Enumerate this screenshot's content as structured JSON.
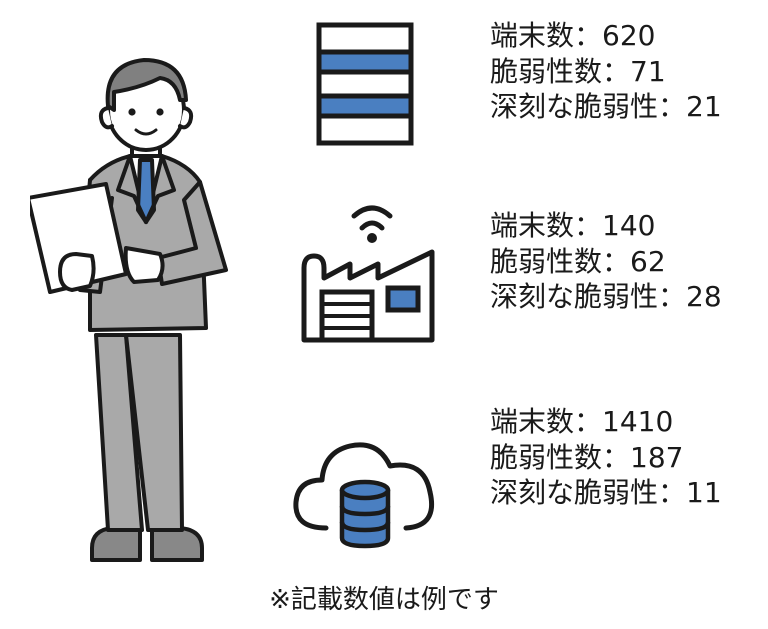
{
  "colors": {
    "accent": "#4a7fc1",
    "suit": "#a9a9a9",
    "outline": "#1a1a1a",
    "skin": "#ffffff"
  },
  "person": {
    "icon": "businessman-with-tablet-icon"
  },
  "groups": [
    {
      "icon": "server-rack-icon",
      "lines": [
        "端末数：620",
        "脆弱性数：71",
        "深刻な脆弱性：21"
      ]
    },
    {
      "icon": "factory-wifi-icon",
      "lines": [
        "端末数：140",
        "脆弱性数：62",
        "深刻な脆弱性：28"
      ]
    },
    {
      "icon": "cloud-database-icon",
      "lines": [
        "端末数：1410",
        "脆弱性数：187",
        "深刻な脆弱性：11"
      ]
    }
  ],
  "note": "※記載数値は例です"
}
